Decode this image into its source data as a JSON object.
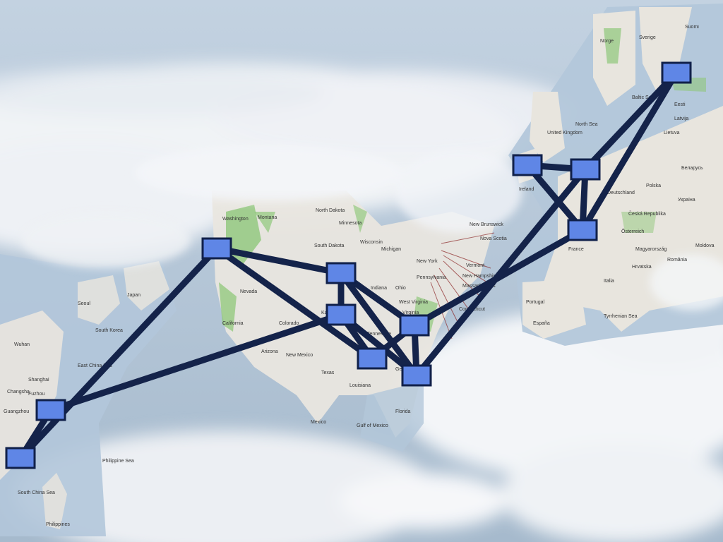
{
  "colors": {
    "sky_top": "#b9cadb",
    "sky_bottom": "#a9bed1",
    "cloud": "#f4f6f8",
    "ocean": "#a8c0d8",
    "land": "#e9e6df",
    "forest": "#8fc77a",
    "link": "#14234a",
    "node_fill": "#5f86e6",
    "node_border": "#10204a",
    "label": "#333333"
  },
  "map_labels": {
    "asia": [
      "Seoul",
      "South Korea",
      "Japan",
      "East China Sea",
      "Shanghai",
      "Fuzhou",
      "Guangzhou",
      "Changsha",
      "Wuhan",
      "South China Sea",
      "Philippines",
      "Philippine Sea"
    ],
    "north_america": [
      "Washington",
      "Montana",
      "North Dakota",
      "South Dakota",
      "Minnesota",
      "Wisconsin",
      "Michigan",
      "Nevada",
      "California",
      "Arizona",
      "New Mexico",
      "Colorado",
      "Texas",
      "Louisiana",
      "Tennessee",
      "Georgia",
      "Florida",
      "Ohio",
      "West Virginia",
      "Virginia",
      "New York",
      "Pennsylvania",
      "Vermont",
      "New Hampshire",
      "Massachusetts",
      "Connecticut",
      "New Brunswick",
      "Nova Scotia",
      "Gulf of Mexico",
      "Mexico",
      "Indiana",
      "Kansas"
    ],
    "europe": [
      "Norge",
      "Sverige",
      "North Sea",
      "United Kingdom",
      "Ireland",
      "France",
      "España",
      "Portugal",
      "Italia",
      "Deutschland",
      "Polska",
      "Česká Republika",
      "Österreich",
      "Magyarország",
      "Hrvatska",
      "România",
      "Latvija",
      "Lietuva",
      "Беларусь",
      "Україна",
      "Moldova",
      "Tyrrhenian Sea",
      "Eesti",
      "Baltic Sea",
      "Suomi"
    ]
  }
}
